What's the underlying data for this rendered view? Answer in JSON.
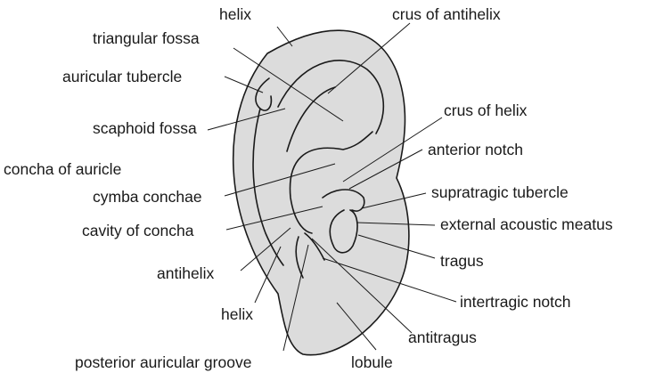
{
  "labels": {
    "helix_top": "helix",
    "crus_of_antihelix": "crus of antihelix",
    "triangular_fossa": "triangular fossa",
    "auricular_tubercle": "auricular tubercle",
    "crus_of_helix": "crus of helix",
    "scaphoid_fossa": "scaphoid fossa",
    "anterior_notch": "anterior notch",
    "concha_of_auricle": "concha of auricle",
    "cymba_conchae": "cymba conchae",
    "supratragic_tubercle": "supratragic tubercle",
    "cavity_of_concha": "cavity of concha",
    "external_acoustic_meatus": "external acoustic meatus",
    "tragus": "tragus",
    "antihelix": "antihelix",
    "intertragic_notch": "intertragic notch",
    "helix_bottom": "helix",
    "antitragus": "antitragus",
    "posterior_auricular_groove": "posterior auricular groove",
    "lobule": "lobule"
  },
  "colors": {
    "ear_fill": "#dcdcdc",
    "stroke": "#1a1a1a",
    "text": "#1a1a1a"
  }
}
